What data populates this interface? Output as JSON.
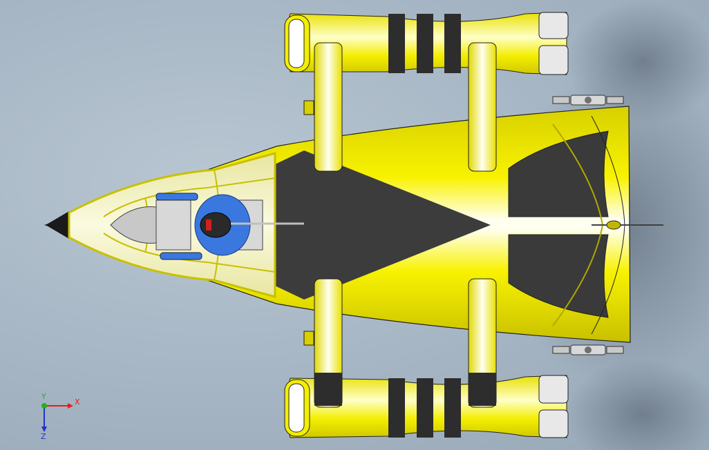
{
  "triad": {
    "x_label": "X",
    "y_label": "Y",
    "z_label": "Z",
    "x_color": "#e02020",
    "y_color": "#20b020",
    "z_color": "#2030d0"
  },
  "colors": {
    "background": "#a9b8c6",
    "hull": "#f5f000",
    "hull_highlight": "#ffffd0",
    "dark_panel": "#3c3c3c",
    "canopy": "#f2f2b8",
    "pilot_suit": "#3a78e0",
    "stripe": "#2d2d2d"
  }
}
